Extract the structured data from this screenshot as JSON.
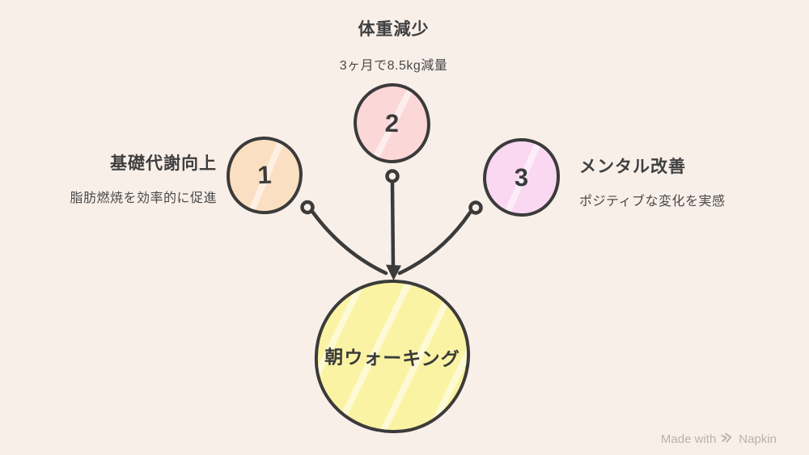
{
  "colors": {
    "background": "#f9efe9",
    "stroke": "#3b3b3b",
    "title_text": "#3f3f3f",
    "subtitle_text": "#494949",
    "watermark_text": "#b9b3ad"
  },
  "center_node": {
    "label": "朝ウォーキング",
    "fill": "#faf3a3"
  },
  "nodes": [
    {
      "number": "1",
      "title": "基礎代謝向上",
      "subtitle": "脂肪燃焼を効率的に促進",
      "fill": "#fbdfc2"
    },
    {
      "number": "2",
      "title": "体重減少",
      "subtitle": "3ヶ月で8.5kg減量",
      "fill": "#fcd7d8"
    },
    {
      "number": "3",
      "title": "メンタル改善",
      "subtitle": "ポジティブな変化を実感",
      "fill": "#fad8f1"
    }
  ],
  "watermark": {
    "prefix": "Made with",
    "brand": "Napkin"
  }
}
